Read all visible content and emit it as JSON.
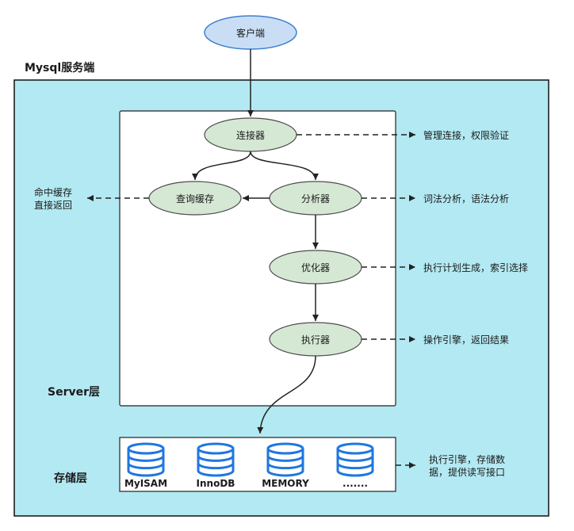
{
  "client": "客户端",
  "server_title": "Mysql服务端",
  "server_layer": "Server层",
  "storage_layer": "存储层",
  "nodes": {
    "connector": "连接器",
    "cache": "查询缓存",
    "analyzer": "分析器",
    "optimizer": "优化器",
    "executor": "执行器"
  },
  "notes": {
    "connector": "管理连接，权限验证",
    "analyzer": "词法分析，语法分析",
    "optimizer": "执行计划生成，索引选择",
    "executor": "操作引擎，返回结果",
    "cache_line1": "命中缓存",
    "cache_line2": "直接返回",
    "storage_line1": "执行引擎，存储数",
    "storage_line2": "据，提供读写接口"
  },
  "engines": [
    "MyISAM",
    "InnoDB",
    "MEMORY",
    "......."
  ],
  "colors": {
    "client_fill": "#c9def5",
    "client_stroke": "#3f7fd1",
    "server_fill": "#b3e9f2",
    "node_fill": "#d5e8d4",
    "node_stroke": "#82b366",
    "db_icon": "#1f77e0"
  }
}
